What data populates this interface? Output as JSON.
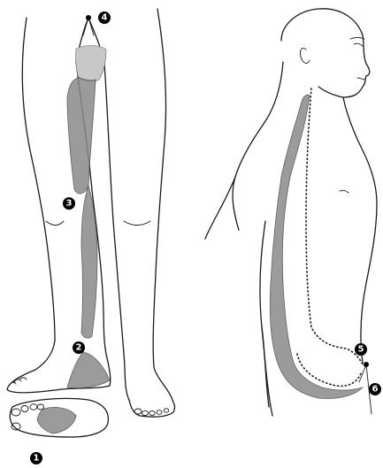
{
  "markers": [
    {
      "id": "point-1",
      "label": "1"
    },
    {
      "id": "point-2",
      "label": "2"
    },
    {
      "id": "point-3",
      "label": "3"
    },
    {
      "id": "point-4",
      "label": "4"
    },
    {
      "id": "point-5",
      "label": "5"
    },
    {
      "id": "point-6",
      "label": "6"
    }
  ],
  "colors": {
    "line": "#1a1a1a",
    "shading": "#8a8a8a",
    "marker": "#000000"
  }
}
